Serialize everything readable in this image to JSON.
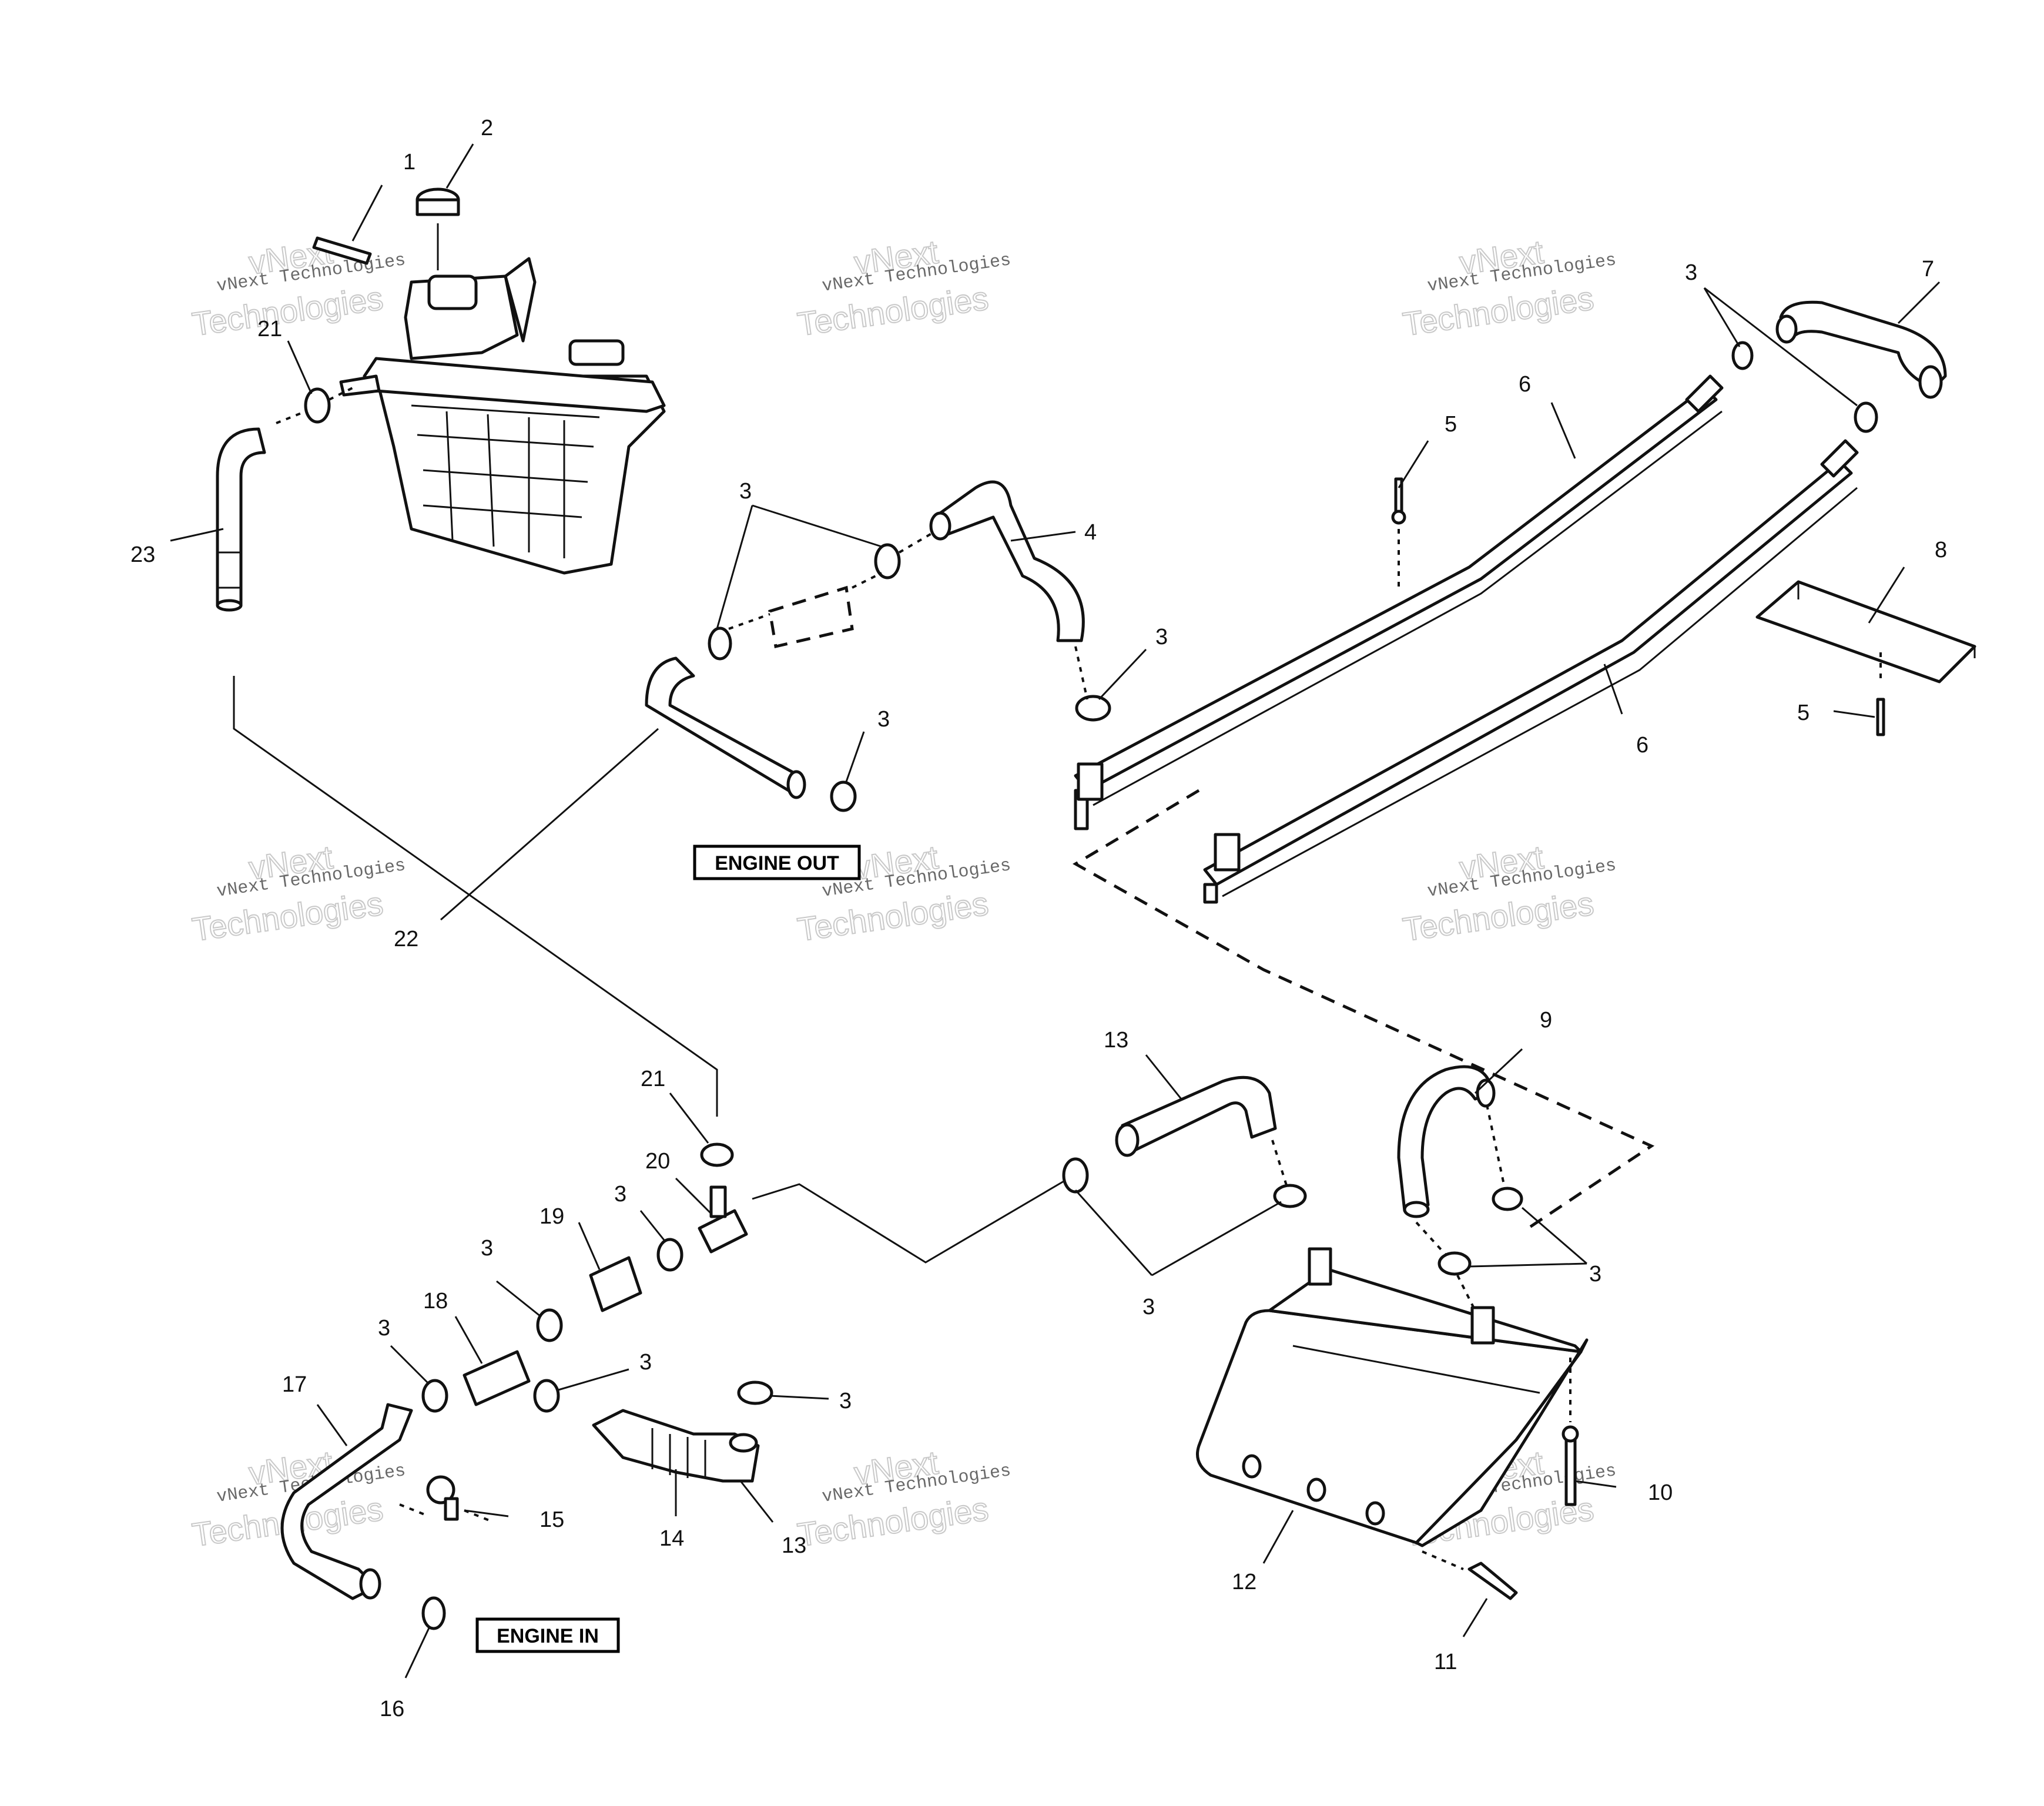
{
  "callouts": {
    "c1": "1",
    "c2": "2",
    "c21a": "21",
    "c23": "23",
    "c3a": "3",
    "c4": "4",
    "c3b": "3",
    "c3c": "3",
    "c22": "22",
    "c5a": "5",
    "c6a": "6",
    "c3d": "3",
    "c7": "7",
    "c8": "8",
    "c5b": "5",
    "c6b": "6",
    "c9": "9",
    "c13a": "13",
    "c21b": "21",
    "c20": "20",
    "c3e": "3",
    "c19": "19",
    "c3f": "3",
    "c18": "18",
    "c3g": "3",
    "c17": "17",
    "c3h": "3",
    "c3i": "3",
    "c15": "15",
    "c14": "14",
    "c13b": "13",
    "c16": "16",
    "c3j": "3",
    "c3k": "3",
    "c10": "10",
    "c12": "12",
    "c11": "11"
  },
  "tags": {
    "engine_out": "ENGINE OUT",
    "engine_in": "ENGINE IN"
  },
  "watermark": {
    "line1": "vNext Technologies",
    "line2": "vNext",
    "line3": "Technologies"
  }
}
